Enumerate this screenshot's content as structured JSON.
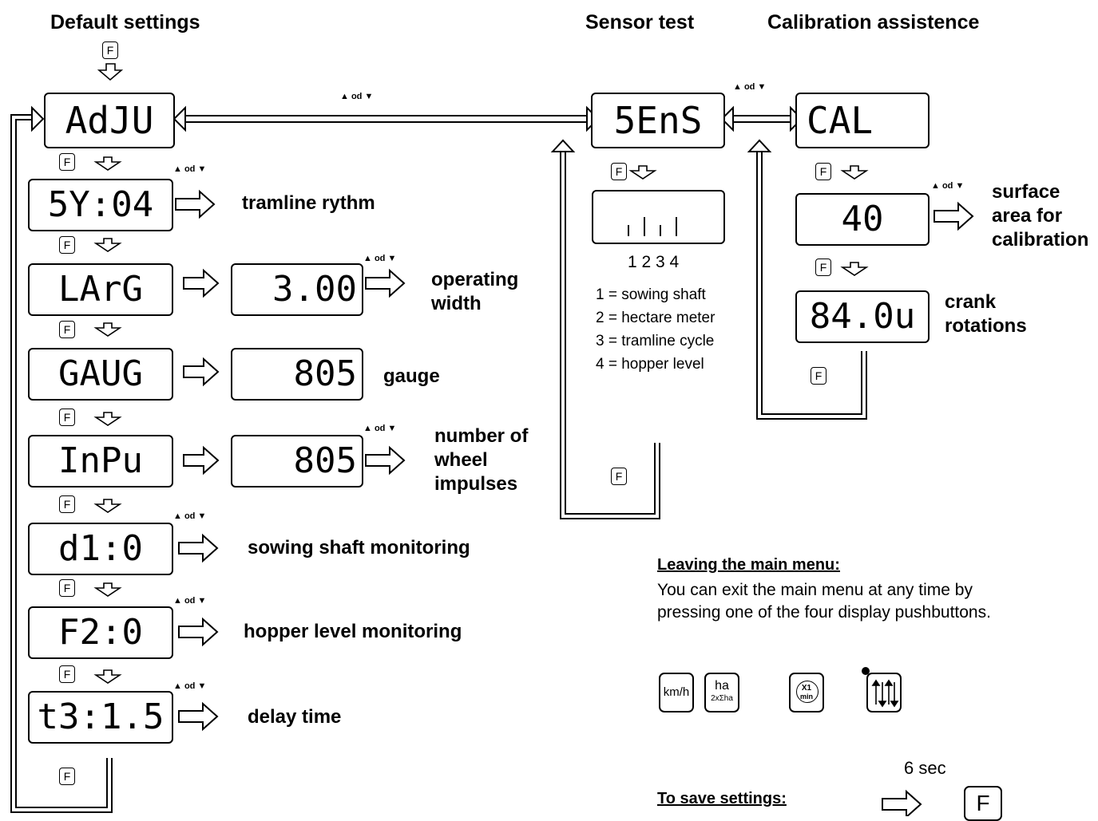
{
  "headers": {
    "default_settings": "Default settings",
    "sensor_test": "Sensor test",
    "calibration": "Calibration assistence"
  },
  "displays": {
    "adju": "AdJU",
    "sy04": "5Y:04",
    "larg": "LArG",
    "larg_value": "3.00",
    "gaug": "GAUG",
    "gaug_value": "805",
    "inpu": "InPu",
    "inpu_value": "805",
    "d1": "d1:0",
    "f2": "F2:0",
    "t3": "t3:1.5",
    "sens": "5EnS",
    "sens_bars": "1234",
    "cal": "CAL",
    "cal_area": "40",
    "cal_rot": "84.0u"
  },
  "labels": {
    "tramline": "tramline rythm",
    "operating_width": "operating width",
    "gauge": "gauge",
    "wheel_impulses": "number of wheel impulses",
    "sowing_shaft": "sowing shaft monitoring",
    "hopper": "hopper level monitoring",
    "delay": "delay time",
    "surface_area": "surface area for calibration",
    "crank": "crank rotations"
  },
  "sensor_legend": {
    "numbers": "1 2 3 4",
    "items": [
      "1 = sowing shaft",
      "2 = hectare meter",
      "3 = tramline cycle",
      "4 = hopper level"
    ]
  },
  "keys": {
    "f": "F",
    "up_or_down": "▲ od ▼"
  },
  "leaving": {
    "title": "Leaving the main menu:",
    "text": "You can exit the main menu at any time by pressing one of the four display pushbuttons.",
    "buttons": [
      "km/h",
      "ha",
      "2xΣha",
      "X1",
      "min"
    ]
  },
  "save": {
    "title": "To save settings:",
    "duration": "6 sec"
  }
}
